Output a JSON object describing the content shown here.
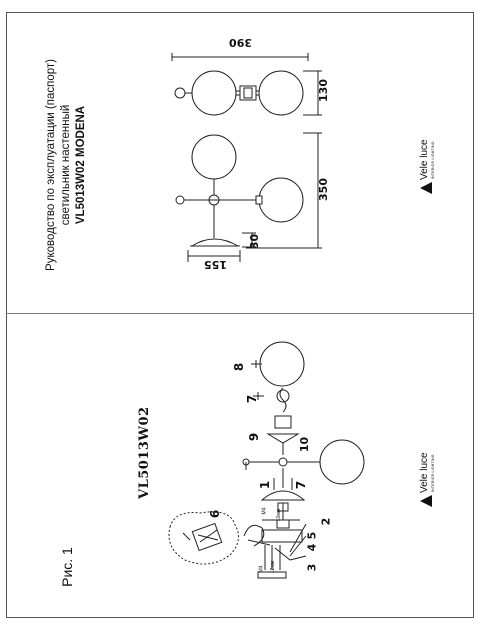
{
  "document": {
    "title_line1": "Руководство по эксплуатации (паспорт)",
    "title_line2": "светильник настенный",
    "model_title": "VL5013W02 MODENA",
    "figure_label": "Рис. 1",
    "model_code": "VL5013W02"
  },
  "logo": {
    "brand": "Vele luce",
    "tagline": "INTERIOR LIGHTING"
  },
  "dimensions": {
    "width_total": "390",
    "depth_shade": "130",
    "height_total": "350",
    "base_depth": "155",
    "base_height": "30"
  },
  "part_numbers": {
    "p1": "1",
    "p2": "2",
    "p3": "3",
    "p4": "4",
    "p5": "5",
    "p6": "6",
    "p7a": "7",
    "p7b": "7",
    "p8": "8",
    "p9": "9",
    "p10": "10"
  },
  "bracket_labels": {
    "small1": "M4",
    "small2": "M4",
    "small3": "10мм",
    "small4": "12мм"
  }
}
